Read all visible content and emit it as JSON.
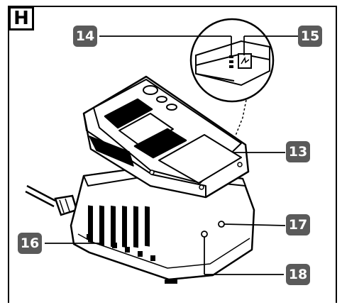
{
  "figure": {
    "section_letter": "H",
    "callouts": {
      "c13": "13",
      "c14": "14",
      "c15": "15",
      "c16": "16",
      "c17": "17",
      "c18": "18"
    },
    "colors": {
      "callout_bg": "#5a5a5a",
      "line": "#000000",
      "paper": "#ffffff"
    }
  }
}
